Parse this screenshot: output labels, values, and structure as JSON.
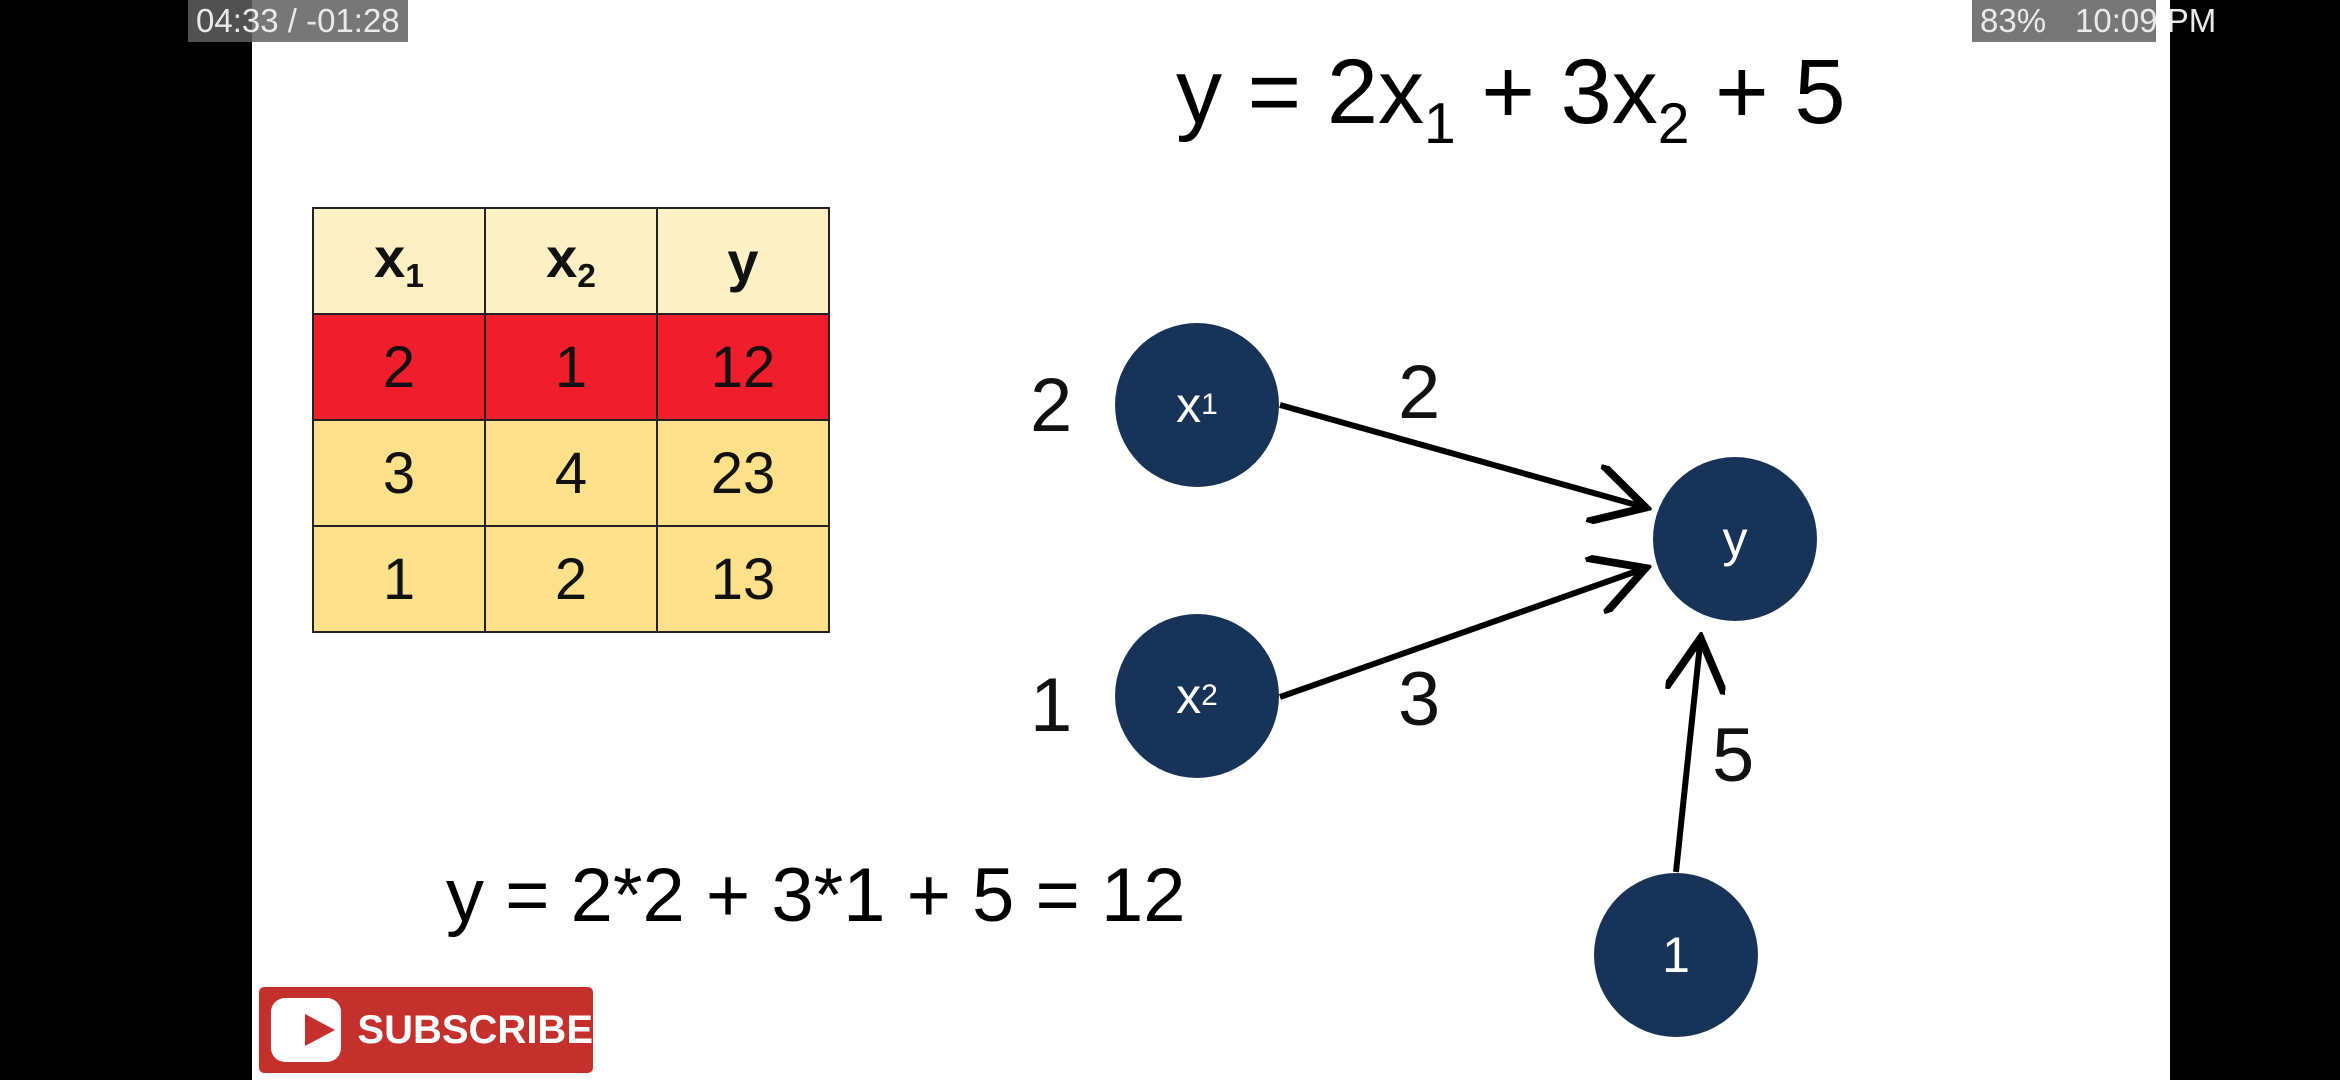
{
  "player": {
    "time": "04:33 / -01:28",
    "battery": "83%",
    "clock": "10:09 PM"
  },
  "slide": {
    "equation": {
      "y": "y = 2x",
      "s1": "1",
      "mid": " + 3x",
      "s2": "2",
      "tail": " + 5"
    },
    "table": {
      "headers": [
        {
          "base": "x",
          "sub": "1"
        },
        {
          "base": "x",
          "sub": "2"
        },
        {
          "base": "y",
          "sub": ""
        }
      ],
      "rows": [
        [
          "2",
          "1",
          "12"
        ],
        [
          "3",
          "4",
          "23"
        ],
        [
          "1",
          "2",
          "13"
        ]
      ]
    },
    "network": {
      "inputs": [
        {
          "node": "x",
          "sub": "1",
          "value": "2",
          "weight": "2"
        },
        {
          "node": "x",
          "sub": "2",
          "value": "1",
          "weight": "3"
        }
      ],
      "output": "y",
      "bias_node": "1",
      "bias_weight": "5"
    },
    "calc": "y = 2*2 + 3*1 + 5 = 12"
  },
  "subscribe": {
    "label": "SUBSCRIBE"
  },
  "colors": {
    "node": "#183358",
    "highlight_row": "#f01d2c",
    "row": "#fde18a",
    "header": "#fdf0c4",
    "subscribe": "#c4302b"
  }
}
